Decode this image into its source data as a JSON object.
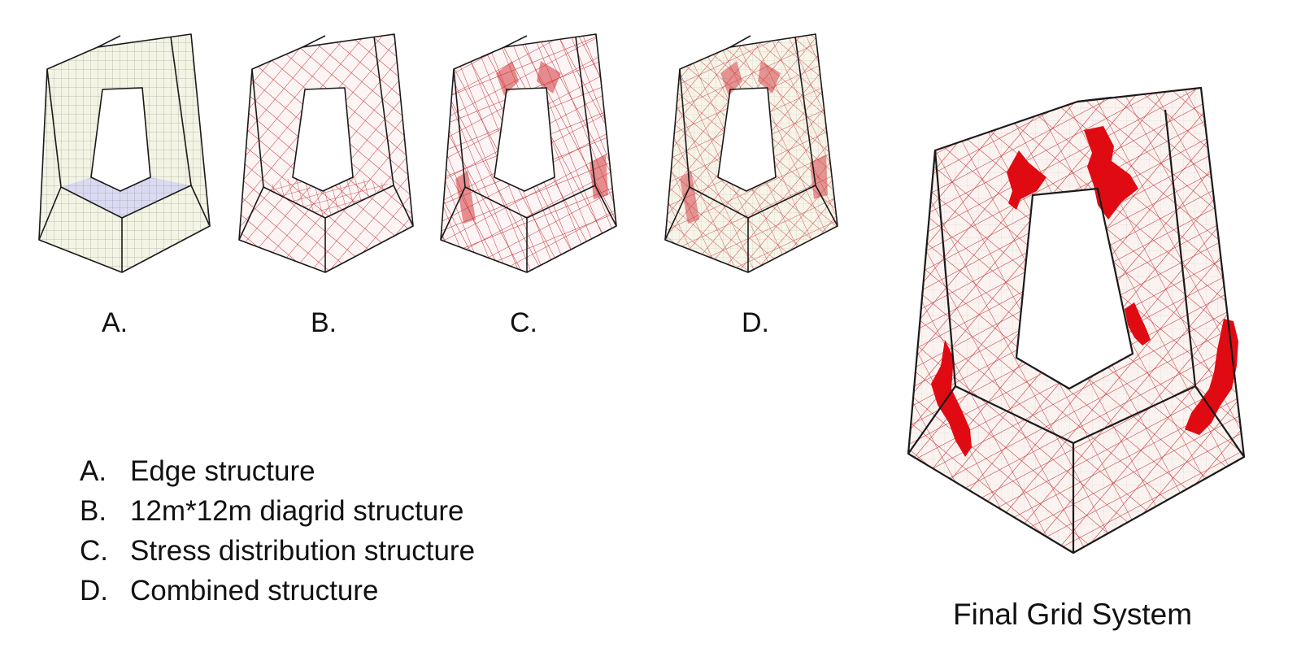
{
  "panels": [
    {
      "id": "a",
      "label": "A."
    },
    {
      "id": "b",
      "label": "B."
    },
    {
      "id": "c",
      "label": "C."
    },
    {
      "id": "d",
      "label": "D."
    }
  ],
  "legend": [
    {
      "key": "A.",
      "text": "Edge structure"
    },
    {
      "key": "B.",
      "text": "12m*12m diagrid structure"
    },
    {
      "key": "C.",
      "text": "Stress distribution structure"
    },
    {
      "key": "D.",
      "text": "Combined structure"
    }
  ],
  "final_caption": "Final Grid System",
  "colors": {
    "outline": "#1a1a1a",
    "diagrid": "#c0282e",
    "grid": "#7c7c7c",
    "fill": "#f2f4e4",
    "floor": "#d7d8ee",
    "stress": "#e00b12"
  }
}
